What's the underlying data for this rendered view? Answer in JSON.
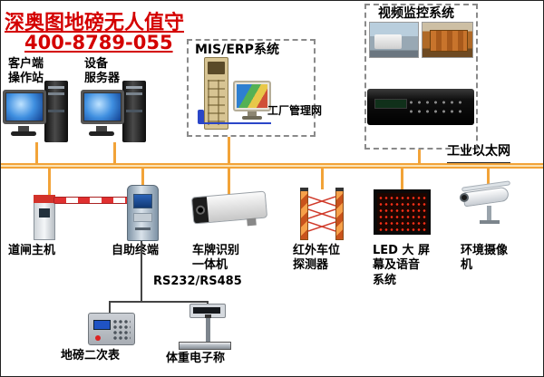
{
  "header": {
    "brand": "深奥图地磅无人值守",
    "phone": "400-8789-055"
  },
  "colors": {
    "brand_red": "#d40000",
    "bus_orange": "#f2a338",
    "led_red": "#ff3018"
  },
  "nodes": {
    "client_station": {
      "label": "客户端\n操作站"
    },
    "device_server": {
      "label": "设备\n服务器"
    },
    "mis_erp": {
      "label": "MIS/ERP系统"
    },
    "factory_net": {
      "label": "工厂管理网"
    },
    "video_system": {
      "label": "视频监控系统"
    },
    "ethernet_bus": {
      "label": "工业以太网"
    },
    "barrier_gate": {
      "label": "道闸主机"
    },
    "kiosk": {
      "label": "自助终端"
    },
    "lpr_camera": {
      "label": "车牌识别\n一体机"
    },
    "infrared_detector": {
      "label": "红外车位\n探测器"
    },
    "led_screen": {
      "label": "LED 大 屏\n幕及语音\n系统"
    },
    "env_camera": {
      "label": "环境摄像\n机"
    },
    "serial_link": {
      "label": "RS232/RS485"
    },
    "weigh_indicator": {
      "label": "地磅二次表"
    },
    "electronic_scale": {
      "label": "体重电子称"
    }
  },
  "topology": {
    "bus": "工业以太网",
    "bus_top": [
      "客户端操作站",
      "设备服务器",
      "MIS/ERP系统",
      "视频监控系统"
    ],
    "bus_bottom": [
      "道闸主机",
      "自助终端",
      "车牌识别一体机",
      "红外车位探测器",
      "LED大屏幕及语音系统",
      "环境摄像机"
    ],
    "serial": {
      "label": "RS232/RS485",
      "from": "自助终端",
      "to": [
        "地磅二次表",
        "体重电子称"
      ]
    }
  }
}
